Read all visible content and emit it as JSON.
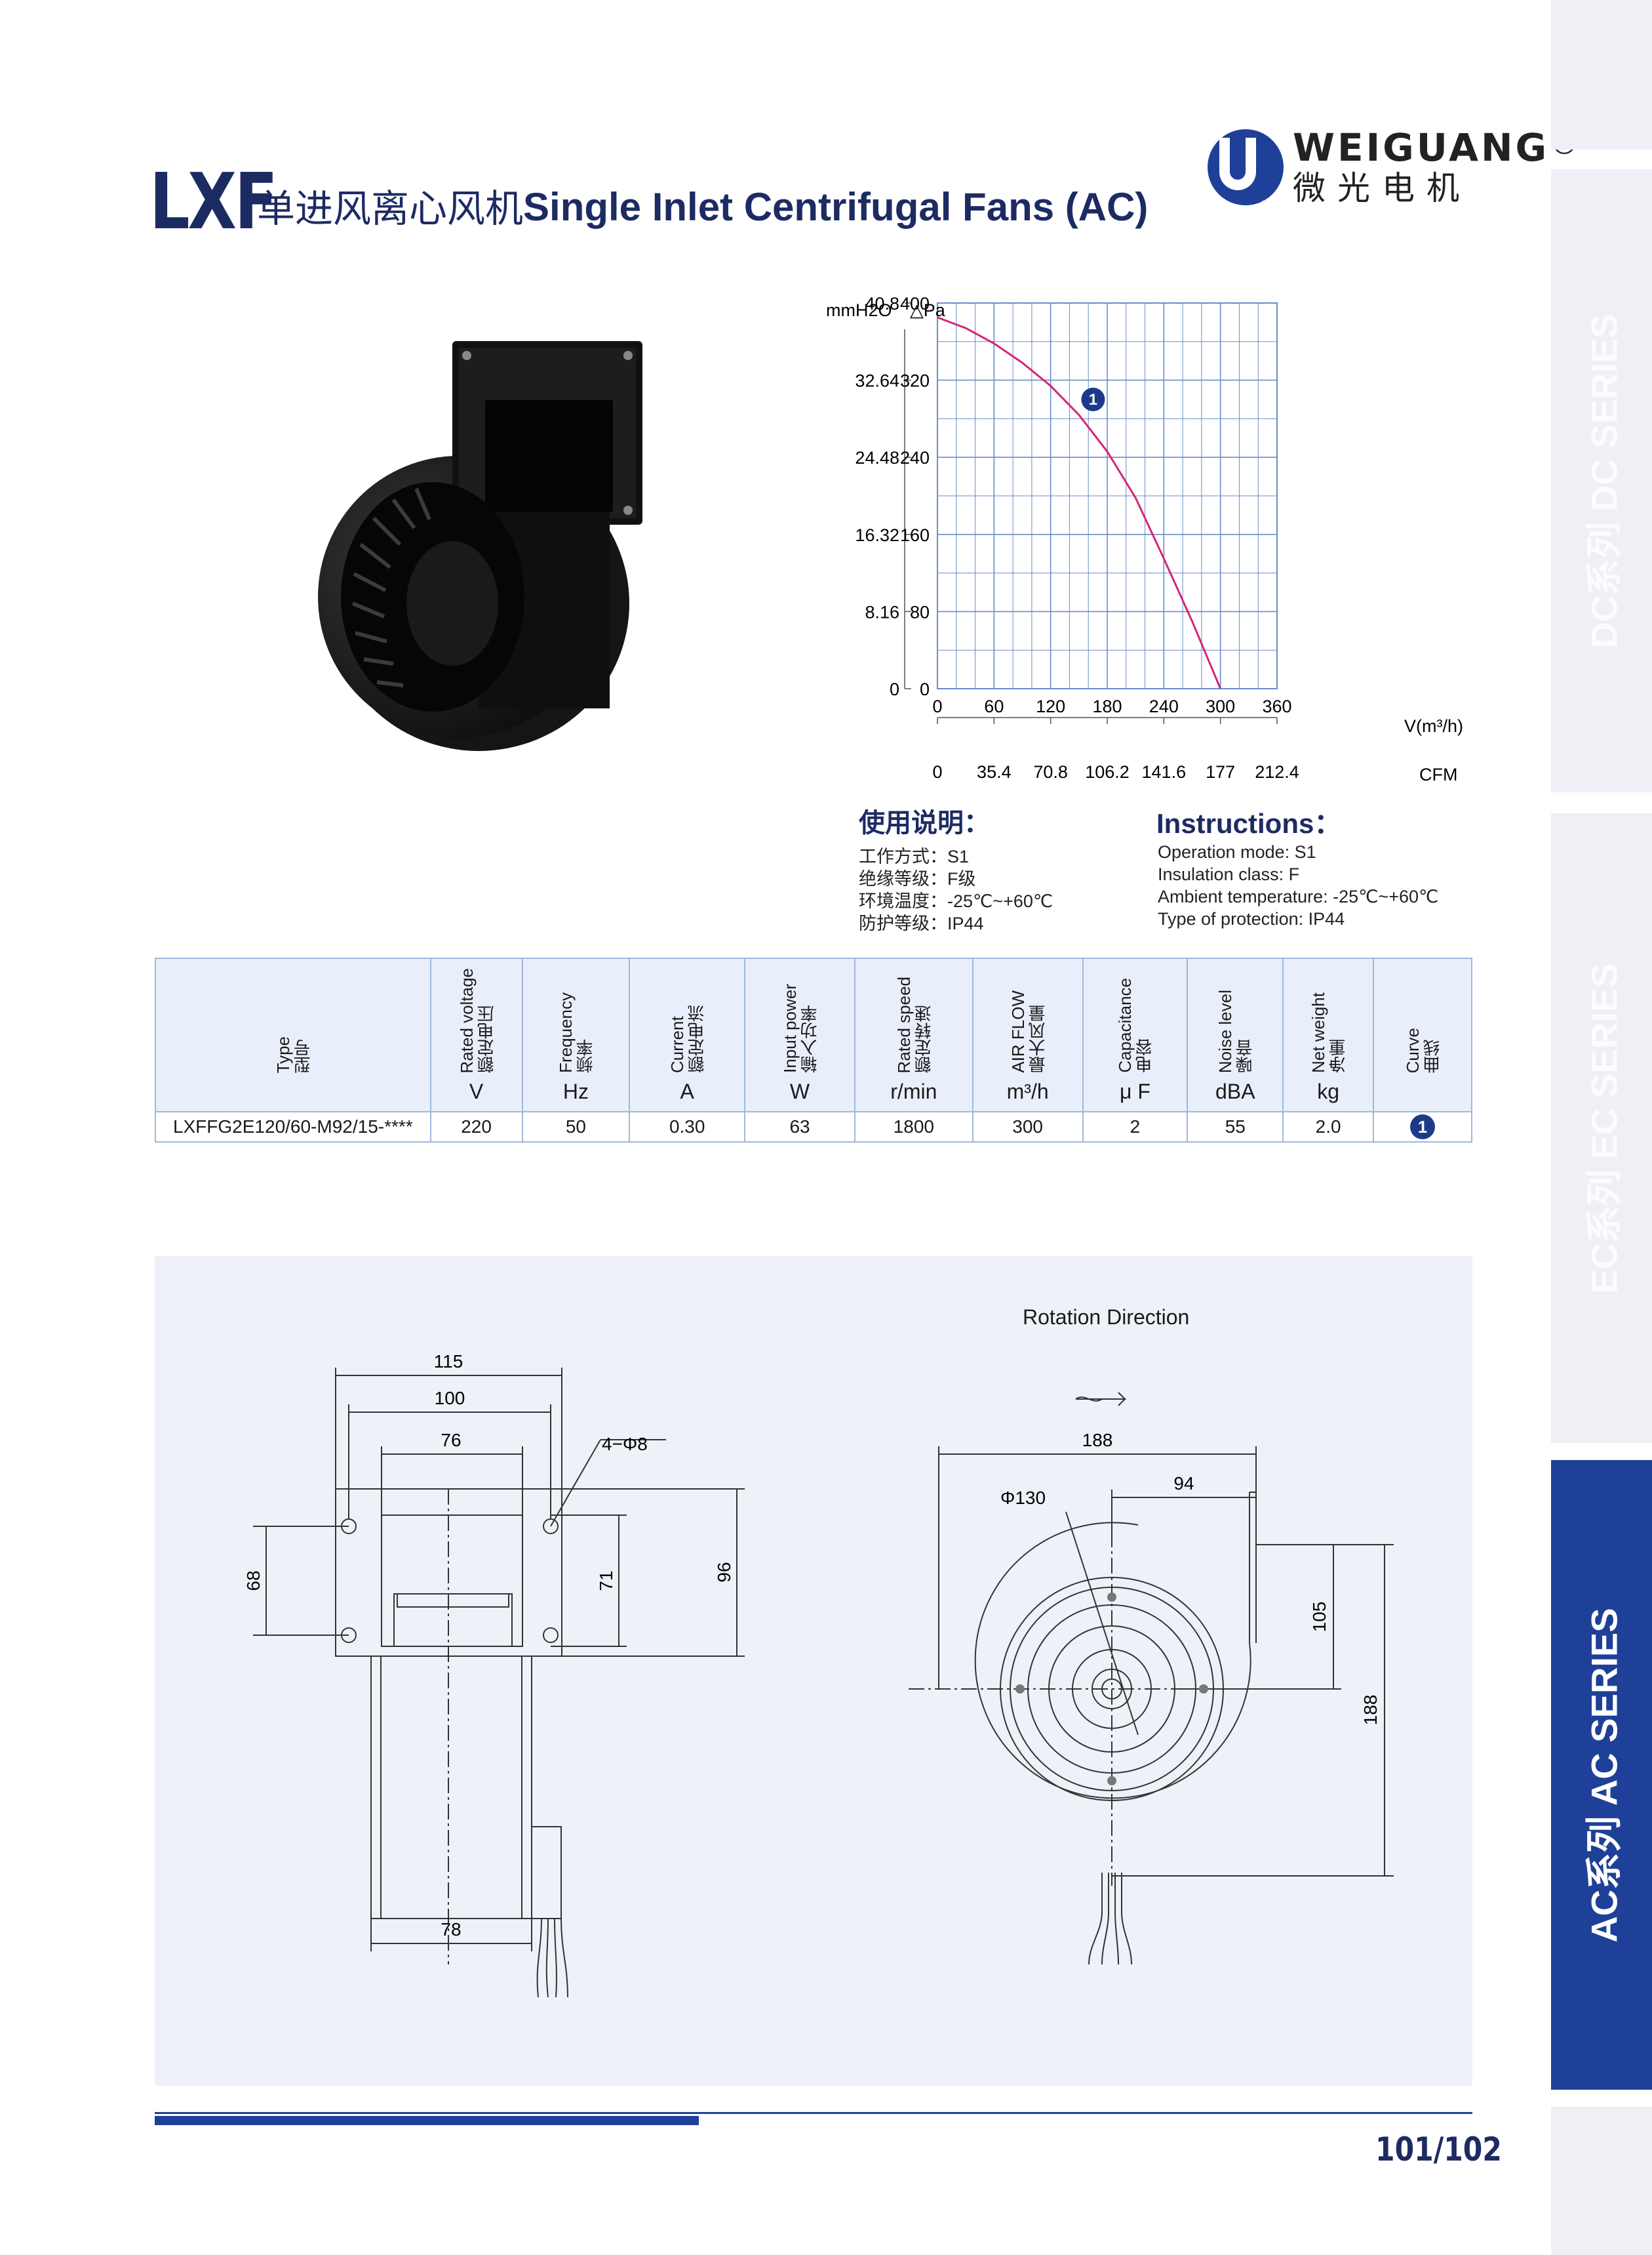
{
  "header": {
    "series_code": "LXF",
    "title_cn": "单进风离心风机",
    "title_en": "Single Inlet Centrifugal Fans (AC)",
    "brand_en": "WEIGUANG",
    "brand_registered": "®",
    "brand_cn": "微光电机"
  },
  "side_tabs": [
    {
      "label": "DC系列 DC SERIES",
      "active": false
    },
    {
      "label": "EC系列 EC SERIES",
      "active": false
    },
    {
      "label": "AC系列 AC SERIES",
      "active": true
    }
  ],
  "chart_data": {
    "type": "line",
    "y_label_left": "mmH2O",
    "y_label_right": "△Pa",
    "x_label": "V(m³/h)",
    "x2_label": "CFM",
    "y_ticks_mmh2o": [
      "40.8",
      "32.64",
      "24.48",
      "16.32",
      "8.16",
      "0"
    ],
    "y_ticks_pa": [
      400,
      320,
      240,
      160,
      80,
      0
    ],
    "x_ticks_m3h": [
      0,
      60,
      120,
      180,
      240,
      300,
      360
    ],
    "x_ticks_cfm": [
      "0",
      "35.4",
      "70.8",
      "106.2",
      "141.6",
      "177",
      "212.4"
    ],
    "xlim": [
      0,
      360
    ],
    "ylim": [
      0,
      400
    ],
    "grid": true,
    "series": [
      {
        "name": "1",
        "color": "#d6247b",
        "x": [
          0,
          30,
          60,
          90,
          120,
          150,
          180,
          210,
          240,
          270,
          300
        ],
        "y": [
          385,
          374,
          358,
          338,
          314,
          284,
          246,
          198,
          135,
          70,
          0
        ]
      }
    ]
  },
  "instructions": {
    "cn_heading": "使用说明：",
    "en_heading": "Instructions：",
    "cn_lines": [
      "工作方式：S1",
      "绝缘等级：F级",
      "环境温度：-25℃~+60℃",
      "防护等级：IP44"
    ],
    "en_lines": [
      "Operation mode: S1",
      "Insulation class:  F",
      "Ambient temperature: -25℃~+60℃",
      "Type of protection: IP44"
    ]
  },
  "spec_table": {
    "columns": [
      {
        "en": "Type",
        "cn": "型号",
        "unit": ""
      },
      {
        "en": "Rated voltage",
        "cn": "额定电压",
        "unit": "V"
      },
      {
        "en": "Frequency",
        "cn": "频率",
        "unit": "Hz"
      },
      {
        "en": "Current",
        "cn": "额定电流",
        "unit": "A"
      },
      {
        "en": "Input power",
        "cn": "输入功率",
        "unit": "W"
      },
      {
        "en": "Rated speed",
        "cn": "额定转速",
        "unit": "r/min"
      },
      {
        "en": "AIR FLOW",
        "cn": "最大风量",
        "unit": "m³/h"
      },
      {
        "en": "Capacitance",
        "cn": "电容",
        "unit": "μ F"
      },
      {
        "en": "Noise level",
        "cn": "噪音",
        "unit": "dBA"
      },
      {
        "en": "Net weight",
        "cn": "净重",
        "unit": "kg"
      },
      {
        "en": "Curve",
        "cn": "曲线",
        "unit": ""
      }
    ],
    "rows": [
      [
        "LXFFG2E120/60-M92/15-****",
        "220",
        "50",
        "0.30",
        "63",
        "1800",
        "300",
        "2",
        "55",
        "2.0",
        "1"
      ]
    ]
  },
  "drawing": {
    "rotation_title": "Rotation  Direction",
    "dims_front": {
      "d115": "115",
      "d100": "100",
      "d76": "76",
      "d4phi8": "4−Φ8",
      "d68": "68",
      "d71": "71",
      "d96": "96",
      "d78": "78"
    },
    "dims_side": {
      "d188w": "188",
      "d94": "94",
      "dphi130": "Φ130",
      "d105": "105",
      "d188h": "188"
    }
  },
  "footer": {
    "page": "101/102"
  }
}
